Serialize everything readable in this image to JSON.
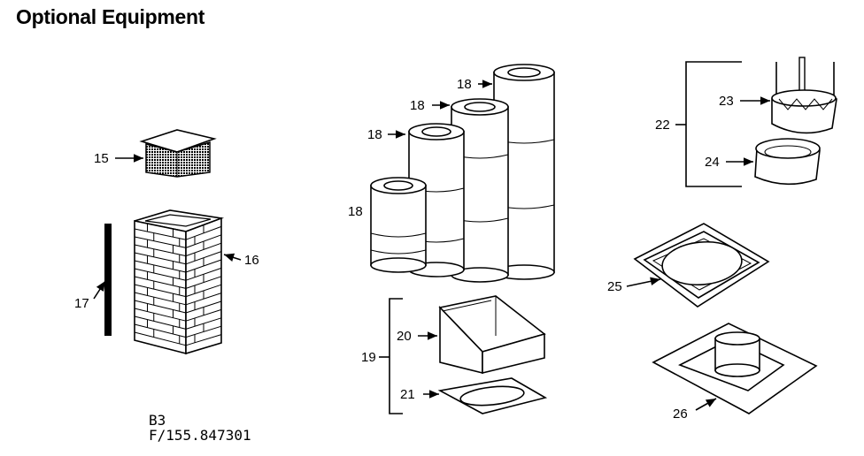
{
  "title": "Optional Equipment",
  "codes": {
    "line1": "B3",
    "line2": "F/155.847301"
  },
  "callouts": {
    "c15": "15",
    "c16": "16",
    "c17": "17",
    "c18a": "18",
    "c18b": "18",
    "c18c": "18",
    "c18d": "18",
    "c19": "19",
    "c20": "20",
    "c21": "21",
    "c22": "22",
    "c23": "23",
    "c24": "24",
    "c25": "25",
    "c26": "26"
  }
}
